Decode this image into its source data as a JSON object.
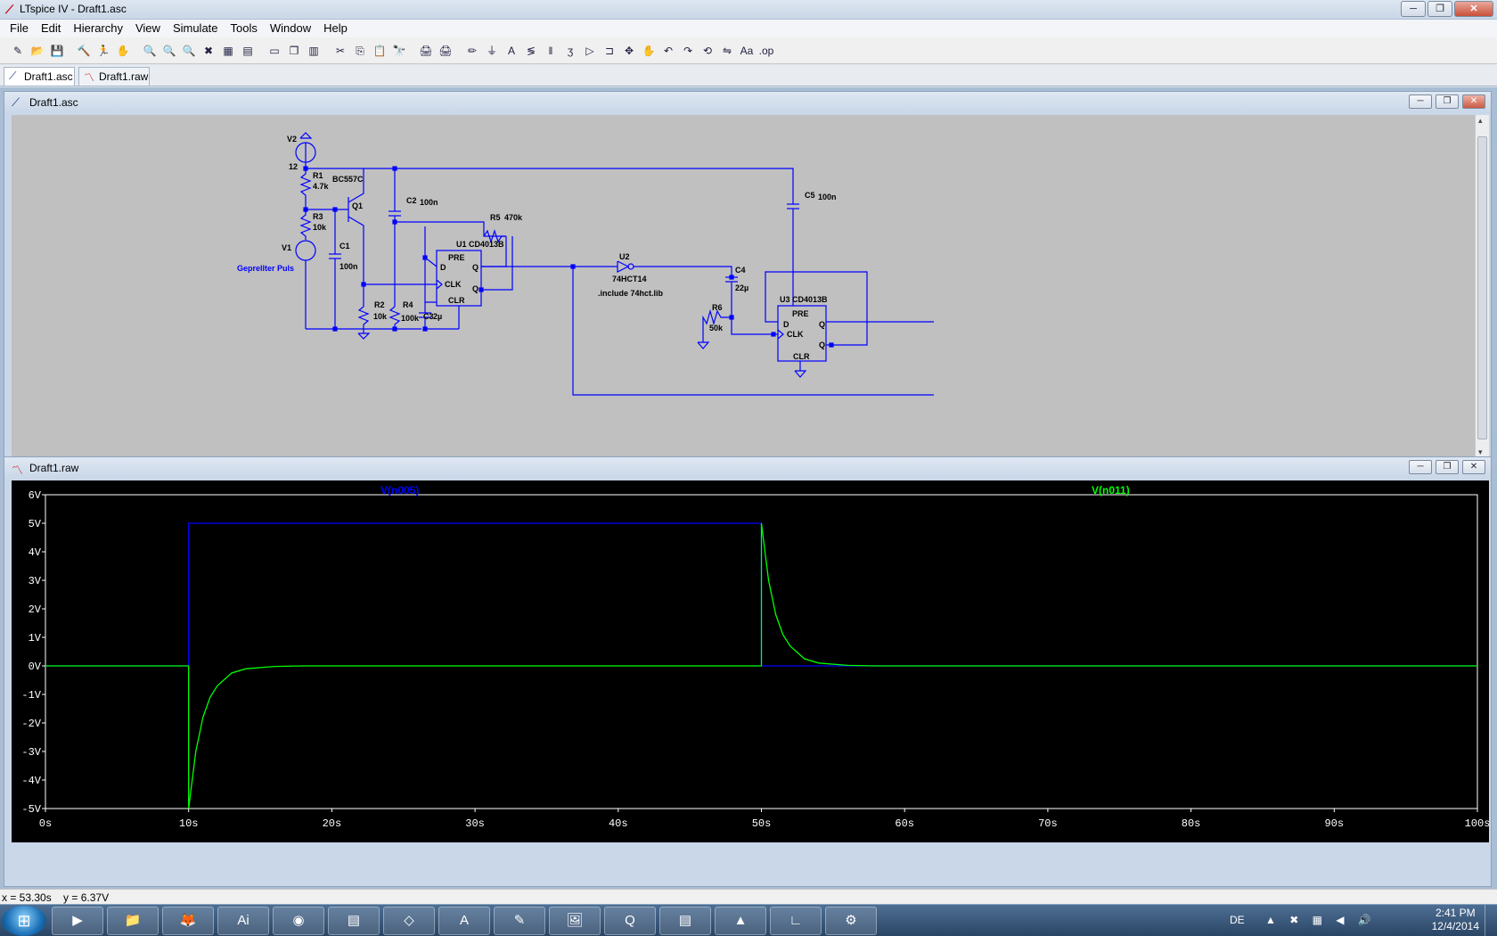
{
  "window": {
    "title": "LTspice IV - Draft1.asc"
  },
  "menu": [
    "File",
    "Edit",
    "Hierarchy",
    "View",
    "Simulate",
    "Tools",
    "Window",
    "Help"
  ],
  "toolbar": {
    "icons": [
      "new-schematic-icon",
      "open-icon",
      "save-icon",
      "control-panel-icon",
      "run-icon",
      "halt-icon",
      "zoom-in-icon",
      "zoom-out-icon",
      "zoom-full-icon",
      "zoom-cancel-icon",
      "autorange-icon",
      "grid-icon",
      "tile-horizontal-icon",
      "cascade-icon",
      "tile-vertical-icon",
      "cut-icon",
      "copy-icon",
      "paste-icon",
      "find-icon",
      "print-setup-icon",
      "print-icon",
      "draw-wire-icon",
      "ground-icon",
      "label-net-icon",
      "resistor-icon",
      "capacitor-icon",
      "inductor-icon",
      "diode-icon",
      "component-icon",
      "move-icon",
      "drag-icon",
      "undo-icon",
      "redo-icon",
      "rotate-icon",
      "mirror-icon",
      "text-icon",
      "spice-directive-icon"
    ],
    "glyphs": [
      "✎",
      "📂",
      "💾",
      "🔨",
      "🏃",
      "✋",
      "🔍",
      "🔍",
      "🔍",
      "✖",
      "▦",
      "▤",
      "▭",
      "❐",
      "▥",
      "✂",
      "⎘",
      "📋",
      "🔭",
      "🖨",
      "🖨",
      "✏",
      "⏚",
      "A",
      "≶",
      "‖",
      "ʒ",
      "▷",
      "⊐",
      "✥",
      "✋",
      "↶",
      "↷",
      "⟲",
      "⇋",
      "Aa",
      ".op"
    ]
  },
  "tabs": [
    {
      "label": "Draft1.asc",
      "icon": "schematic-icon"
    },
    {
      "label": "Draft1.raw",
      "icon": "waveform-icon"
    }
  ],
  "schematic_window": {
    "title": "Draft1.asc",
    "labels": {
      "v2": "V2",
      "v2_val": "12",
      "v1": "V1",
      "v1_val": "Geprellter Puls",
      "r1": "R1",
      "r1_val": "4.7k",
      "r3": "R3",
      "r3_val": "10k",
      "q1_model": "BC557C",
      "q1": "Q1",
      "c1": "C1",
      "c1_val": "100n",
      "c2": "C2",
      "c2_val": "100n",
      "r2": "R2",
      "r2_val": "10k",
      "r4": "R4",
      "r4_val": "100k",
      "c3": "C3",
      "c3_val": "2µ",
      "r5": "R5",
      "r5_val": "470k",
      "u1": "U1",
      "u1_model": "CD4013B",
      "u2": "U2",
      "u2_model": "74HCT14",
      "include": ".include 74hct.lib",
      "c4": "C4",
      "c4_val": "22µ",
      "r6": "R6",
      "r6_val": "50k",
      "c5": "C5",
      "c5_val": "100n",
      "u3": "U3",
      "u3_model": "CD4013B",
      "pin_pre": "PRE",
      "pin_clk": "CLK",
      "pin_clr": "CLR",
      "pin_d": "D",
      "pin_q": "Q",
      "pin_qbar": "Q"
    }
  },
  "waveform_window": {
    "title": "Draft1.raw",
    "traces": [
      {
        "name": "V(n005)",
        "color": "#0000ff"
      },
      {
        "name": "V(n011)",
        "color": "#00ff00"
      }
    ]
  },
  "chart_data": {
    "type": "line",
    "title": "",
    "xlabel": "",
    "ylabel": "",
    "xlim": [
      0,
      100
    ],
    "ylim": [
      -5,
      6
    ],
    "x_ticks": [
      "0s",
      "10s",
      "20s",
      "30s",
      "40s",
      "50s",
      "60s",
      "70s",
      "80s",
      "90s",
      "100s"
    ],
    "y_ticks": [
      "6V",
      "5V",
      "4V",
      "3V",
      "2V",
      "1V",
      "0V",
      "-1V",
      "-2V",
      "-3V",
      "-4V",
      "-5V"
    ],
    "grid": false,
    "series": [
      {
        "name": "V(n005)",
        "x": [
          0,
          10,
          10,
          50,
          50,
          100
        ],
        "y": [
          0,
          0,
          5,
          5,
          0,
          0
        ]
      },
      {
        "name": "V(n011)",
        "x": [
          0,
          10,
          10,
          10.5,
          11,
          11.5,
          12,
          13,
          14,
          16,
          18,
          20,
          50,
          50,
          50.5,
          51,
          51.5,
          52,
          53,
          54,
          56,
          58,
          100
        ],
        "y": [
          0,
          0,
          -5,
          -3.0,
          -1.8,
          -1.1,
          -0.7,
          -0.25,
          -0.1,
          -0.02,
          0,
          0,
          0,
          5,
          3.0,
          1.8,
          1.1,
          0.7,
          0.25,
          0.1,
          0.02,
          0,
          0
        ]
      }
    ]
  },
  "status": {
    "cursor": "x = 53.30s    y = 6.37V"
  },
  "taskbar": {
    "apps": [
      "media-player-icon",
      "explorer-icon",
      "firefox-icon",
      "adobe-cs-icon",
      "chrome-icon",
      "notepad-icon",
      "app-icon",
      "acrobat-icon",
      "app-icon",
      "photo-viewer-icon",
      "qgis-icon",
      "app-icon",
      "bluestacks-icon",
      "ltspice-icon",
      "app-icon"
    ],
    "glyphs": [
      "▶",
      "📁",
      "🦊",
      "Ai",
      "◉",
      "▤",
      "◇",
      "A",
      "✎",
      "🖼",
      "Q",
      "▤",
      "▲",
      "∟",
      "⚙"
    ],
    "language": "DE",
    "tray_icons": "▲ ✖ ▦ ◀ 🔊",
    "time": "2:41 PM",
    "date": "12/4/2014"
  }
}
